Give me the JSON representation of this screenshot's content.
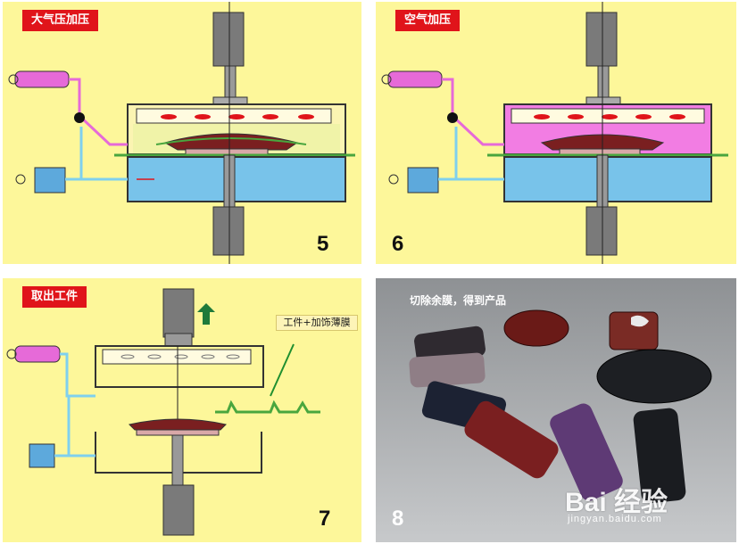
{
  "panels": [
    {
      "id": "step5",
      "title": "大气压加压",
      "number": "5"
    },
    {
      "id": "step6",
      "title": "空气加压",
      "number": "6"
    },
    {
      "id": "step7",
      "title": "取出工件",
      "number": "7",
      "callout": "工件+加饰薄膜"
    },
    {
      "id": "step8",
      "caption": "切除余膜，得到产品",
      "number": "8",
      "watermark": "Bai 经验",
      "watermark_domain": "jingyan.baidu.com"
    }
  ],
  "colors": {
    "panel_background": "#fdf79a",
    "tag_red": "#e0141a",
    "cylinder_gray": "#7a7a7a",
    "water_blue": "#78c3ea",
    "pipe_blue": "#7fd0ee",
    "pipe_pink": "#e66ad8",
    "air_pink": "#f27de3",
    "film_green": "#49a63e",
    "part_red": "#7a1f20"
  },
  "icons": [
    "heater-element-icon",
    "valve-icon",
    "up-arrow-icon",
    "air-tank-icon",
    "vacuum-pump-icon"
  ]
}
